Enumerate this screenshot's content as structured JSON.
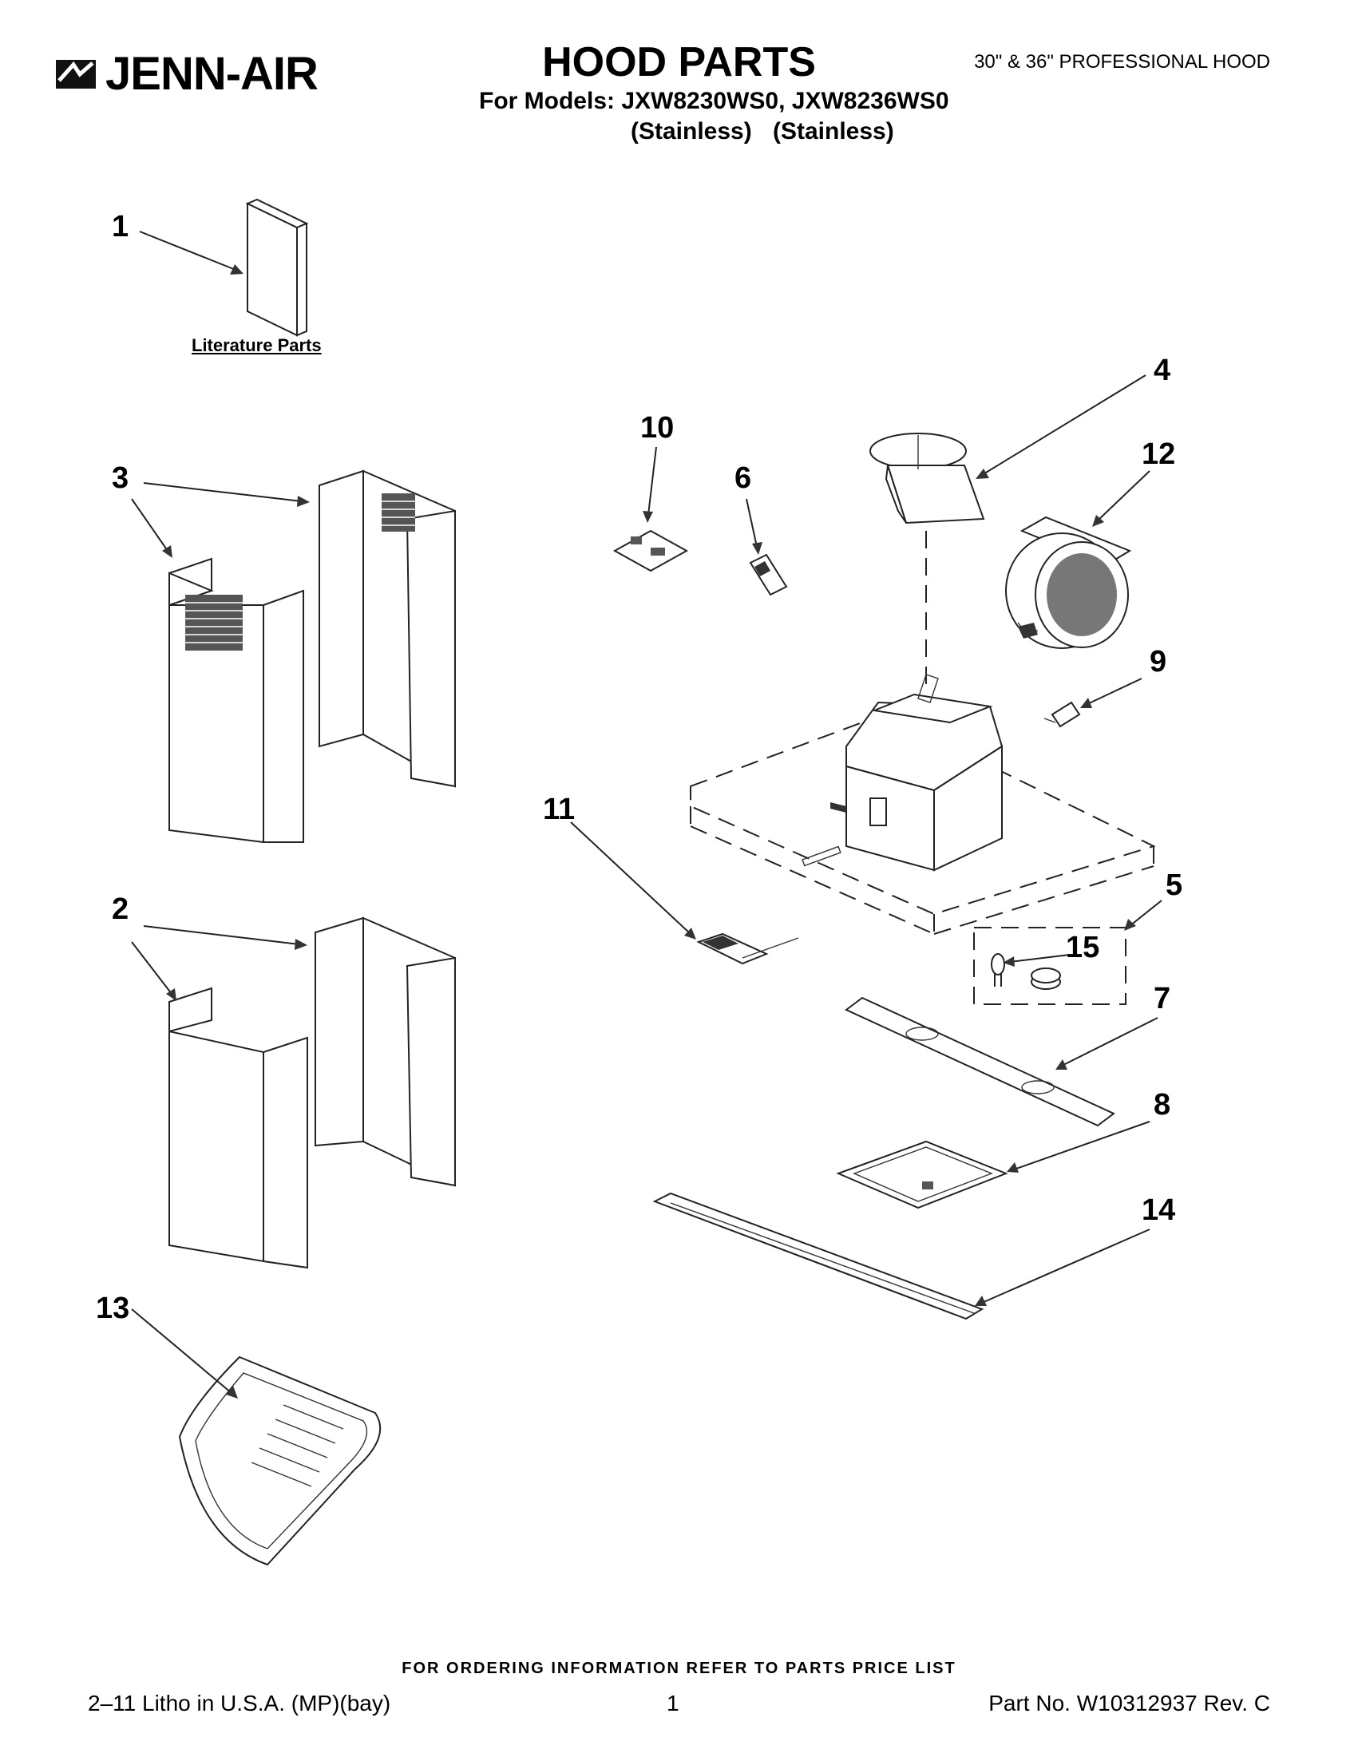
{
  "header": {
    "brand": "JENN-AIR",
    "title": "HOOD PARTS",
    "models": "For Models: JXW8230WS0, JXW8236WS0",
    "variant_1": "(Stainless)",
    "variant_2": "(Stainless)",
    "product": "30\" & 36\" PROFESSIONAL HOOD"
  },
  "literature_label": "Literature Parts",
  "callouts": [
    "1",
    "2",
    "3",
    "4",
    "5",
    "6",
    "7",
    "8",
    "9",
    "10",
    "11",
    "12",
    "13",
    "14",
    "15"
  ],
  "footer": {
    "ordering_note": "FOR ORDERING INFORMATION REFER TO PARTS PRICE LIST",
    "litho": "2–11 Litho in U.S.A. (MP)(bay)",
    "page": "1",
    "part_no": "Part No. W10312937 Rev. C"
  }
}
